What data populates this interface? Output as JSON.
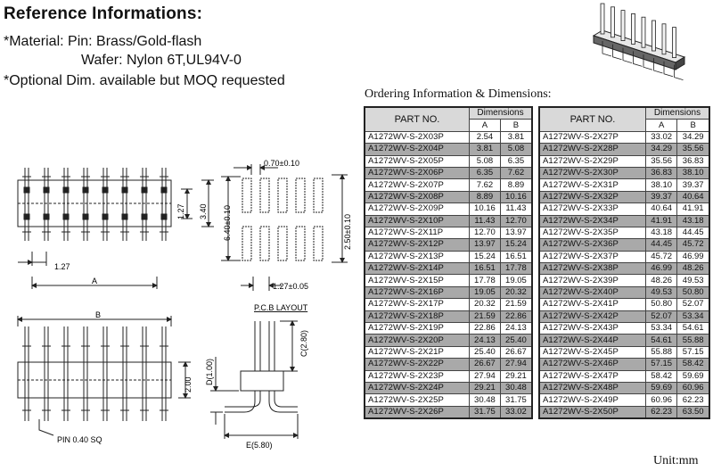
{
  "header": {
    "title": "Reference Informations:",
    "material_line1": "*Material: Pin: Brass/Gold-flash",
    "material_line2": "Wafer: Nylon 6T,UL94V-0",
    "optional_line": "*Optional Dim. available but MOQ requested"
  },
  "drawings": {
    "dim_127": "1.27",
    "dim_340": "3.40",
    "dim_127_side": "1.27",
    "dim_a": "A",
    "dim_b": "B",
    "dim_070": "0.70±0.10",
    "dim_640": "6.40±0.10",
    "dim_250": "2.50±0.10",
    "dim_127_005": "1.27±0.05",
    "pcb_layout": "P.C.B LAYOUT",
    "dim_200": "2.00",
    "dim_d": "D(1.00)",
    "dim_c": "C(2.80)",
    "dim_e": "E(5.80)",
    "pin_label": "PIN 0.40 SQ"
  },
  "ordering": {
    "heading": "Ordering Information & Dimensions:",
    "part_no_header": "PART NO.",
    "dimensions_header": "Dimensions",
    "col_a": "A",
    "col_b": "B",
    "unit": "Unit:mm",
    "left_table": [
      {
        "part": "A1272WV-S-2X03P",
        "a": "2.54",
        "b": "3.81"
      },
      {
        "part": "A1272WV-S-2X04P",
        "a": "3.81",
        "b": "5.08"
      },
      {
        "part": "A1272WV-S-2X05P",
        "a": "5.08",
        "b": "6.35"
      },
      {
        "part": "A1272WV-S-2X06P",
        "a": "6.35",
        "b": "7.62"
      },
      {
        "part": "A1272WV-S-2X07P",
        "a": "7.62",
        "b": "8.89"
      },
      {
        "part": "A1272WV-S-2X08P",
        "a": "8.89",
        "b": "10.16"
      },
      {
        "part": "A1272WV-S-2X09P",
        "a": "10.16",
        "b": "11.43"
      },
      {
        "part": "A1272WV-S-2X10P",
        "a": "11.43",
        "b": "12.70"
      },
      {
        "part": "A1272WV-S-2X11P",
        "a": "12.70",
        "b": "13.97"
      },
      {
        "part": "A1272WV-S-2X12P",
        "a": "13.97",
        "b": "15.24"
      },
      {
        "part": "A1272WV-S-2X13P",
        "a": "15.24",
        "b": "16.51"
      },
      {
        "part": "A1272WV-S-2X14P",
        "a": "16.51",
        "b": "17.78"
      },
      {
        "part": "A1272WV-S-2X15P",
        "a": "17.78",
        "b": "19.05"
      },
      {
        "part": "A1272WV-S-2X16P",
        "a": "19.05",
        "b": "20.32"
      },
      {
        "part": "A1272WV-S-2X17P",
        "a": "20.32",
        "b": "21.59"
      },
      {
        "part": "A1272WV-S-2X18P",
        "a": "21.59",
        "b": "22.86"
      },
      {
        "part": "A1272WV-S-2X19P",
        "a": "22.86",
        "b": "24.13"
      },
      {
        "part": "A1272WV-S-2X20P",
        "a": "24.13",
        "b": "25.40"
      },
      {
        "part": "A1272WV-S-2X21P",
        "a": "25.40",
        "b": "26.67"
      },
      {
        "part": "A1272WV-S-2X22P",
        "a": "26.67",
        "b": "27.94"
      },
      {
        "part": "A1272WV-S-2X23P",
        "a": "27.94",
        "b": "29.21"
      },
      {
        "part": "A1272WV-S-2X24P",
        "a": "29.21",
        "b": "30.48"
      },
      {
        "part": "A1272WV-S-2X25P",
        "a": "30.48",
        "b": "31.75"
      },
      {
        "part": "A1272WV-S-2X26P",
        "a": "31.75",
        "b": "33.02"
      }
    ],
    "right_table": [
      {
        "part": "A1272WV-S-2X27P",
        "a": "33.02",
        "b": "34.29"
      },
      {
        "part": "A1272WV-S-2X28P",
        "a": "34.29",
        "b": "35.56"
      },
      {
        "part": "A1272WV-S-2X29P",
        "a": "35.56",
        "b": "36.83"
      },
      {
        "part": "A1272WV-S-2X30P",
        "a": "36.83",
        "b": "38.10"
      },
      {
        "part": "A1272WV-S-2X31P",
        "a": "38.10",
        "b": "39.37"
      },
      {
        "part": "A1272WV-S-2X32P",
        "a": "39.37",
        "b": "40.64"
      },
      {
        "part": "A1272WV-S-2X33P",
        "a": "40.64",
        "b": "41.91"
      },
      {
        "part": "A1272WV-S-2X34P",
        "a": "41.91",
        "b": "43.18"
      },
      {
        "part": "A1272WV-S-2X35P",
        "a": "43.18",
        "b": "44.45"
      },
      {
        "part": "A1272WV-S-2X36P",
        "a": "44.45",
        "b": "45.72"
      },
      {
        "part": "A1272WV-S-2X37P",
        "a": "45.72",
        "b": "46.99"
      },
      {
        "part": "A1272WV-S-2X38P",
        "a": "46.99",
        "b": "48.26"
      },
      {
        "part": "A1272WV-S-2X39P",
        "a": "48.26",
        "b": "49.53"
      },
      {
        "part": "A1272WV-S-2X40P",
        "a": "49.53",
        "b": "50.80"
      },
      {
        "part": "A1272WV-S-2X41P",
        "a": "50.80",
        "b": "52.07"
      },
      {
        "part": "A1272WV-S-2X42P",
        "a": "52.07",
        "b": "53.34"
      },
      {
        "part": "A1272WV-S-2X43P",
        "a": "53.34",
        "b": "54.61"
      },
      {
        "part": "A1272WV-S-2X44P",
        "a": "54.61",
        "b": "55.88"
      },
      {
        "part": "A1272WV-S-2X45P",
        "a": "55.88",
        "b": "57.15"
      },
      {
        "part": "A1272WV-S-2X46P",
        "a": "57.15",
        "b": "58.42"
      },
      {
        "part": "A1272WV-S-2X47P",
        "a": "58.42",
        "b": "59.69"
      },
      {
        "part": "A1272WV-S-2X48P",
        "a": "59.69",
        "b": "60.96"
      },
      {
        "part": "A1272WV-S-2X49P",
        "a": "60.96",
        "b": "62.23"
      },
      {
        "part": "A1272WV-S-2X50P",
        "a": "62.23",
        "b": "63.50"
      }
    ]
  },
  "colors": {
    "row_shade": "#a9a9a9",
    "header_shade": "#d9d9d9"
  }
}
